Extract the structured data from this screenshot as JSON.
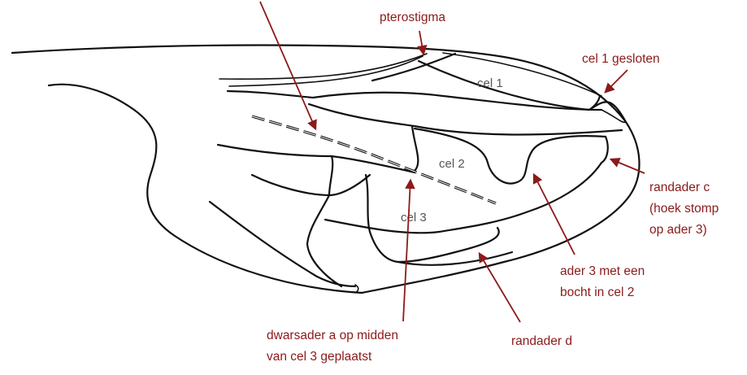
{
  "colors": {
    "annotation": "#8B1A1A",
    "cell_label": "#555555",
    "vein": "#111111",
    "background": "#ffffff"
  },
  "cells": {
    "cel1": "cel 1",
    "cel2": "cel 2",
    "cel3": "cel 3"
  },
  "annotations": {
    "pterostigma": "pterostigma",
    "cel1_gesloten": "cel 1 gesloten",
    "randader_c": [
      "randader c",
      "(hoek stomp",
      "op ader 3)"
    ],
    "ader3": [
      "ader 3 met een",
      "bocht in cel 2"
    ],
    "randader_d": "randader d",
    "dwarsader_a": [
      "dwarsader a op midden",
      "van cel 3 geplaatst"
    ]
  }
}
